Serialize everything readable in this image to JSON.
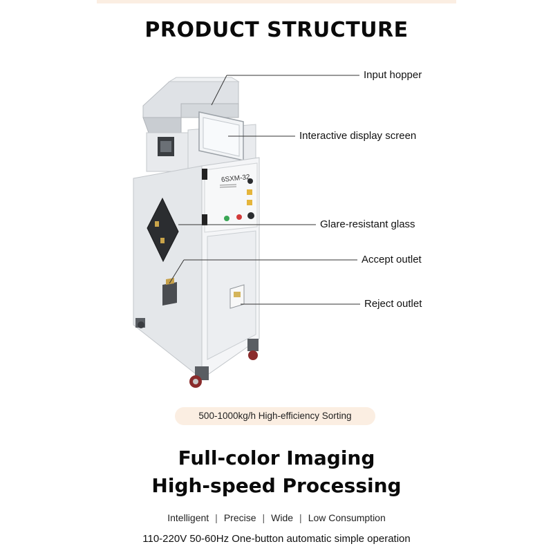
{
  "title": "PRODUCT STRUCTURE",
  "callouts": {
    "input_hopper": "Input hopper",
    "display_screen": "Interactive display screen",
    "glass": "Glare-resistant glass",
    "accept_outlet": "Accept outlet",
    "reject_outlet": "Reject outlet"
  },
  "model_label": "6SXM-32",
  "capacity_badge": "500-1000kg/h High-efficiency Sorting",
  "headline": {
    "line1": "Full-color Imaging",
    "line2": "High-speed Processing"
  },
  "features": [
    "Intelligent",
    "Precise",
    "Wide",
    "Low Consumption"
  ],
  "feature_separator": "|",
  "spec_line": "110-220V 50-60Hz One-button automatic simple operation",
  "colors": {
    "badge_bg": "#fbeee2",
    "machine_body": "#eef0f3",
    "heading": "#0a0a0a"
  }
}
